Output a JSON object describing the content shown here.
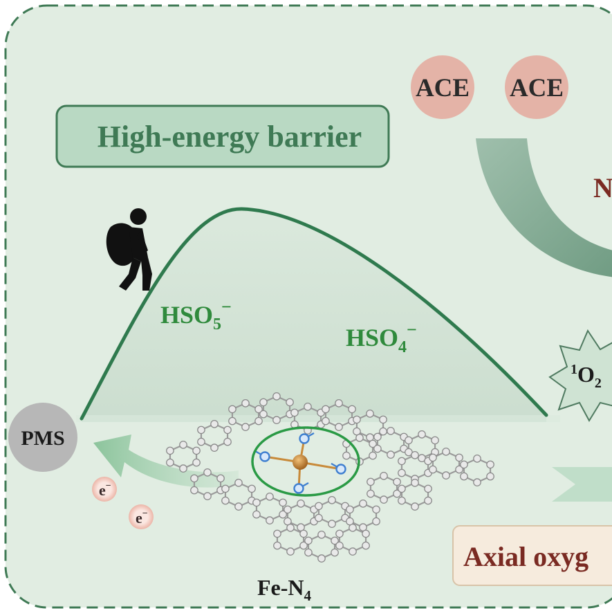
{
  "colors": {
    "panel_fill": "#e1ede2",
    "panel_border": "#3f7a55",
    "curve": "#2f7a4e",
    "label_green": "#2f8a3c",
    "ace_fill": "#e4b3a7",
    "ace_text": "#2a2a2a",
    "pms_fill": "#b7b7b7",
    "barrier_fill": "#b9d9c3",
    "barrier_border": "#3f7a55",
    "barrier_text": "#3f7a55",
    "axial_text": "#7a2a22",
    "axial_fill": "#f6ebdd",
    "axial_border": "#d8c3a8",
    "electron_fill": "#f2c7bd",
    "atom_fill": "#e9e9e9",
    "atom_stroke": "#8a8a8a",
    "nitrogen": "#3f7fd0",
    "iron": "#c8862d",
    "ellipse": "#2a9a45",
    "singlet_fill": "#cfe3d3"
  },
  "labels": {
    "barrier": "High-energy barrier",
    "ace_1": "ACE",
    "ace_2": "ACE",
    "partial_n": "N",
    "hso5_base": "HSO",
    "hso5_sub": "5",
    "hso5_sup": "−",
    "hso4_base": "HSO",
    "hso4_sub": "4",
    "hso4_sup": "−",
    "pms": "PMS",
    "electron_1": "e",
    "electron_1_sup": "−",
    "electron_2": "e",
    "electron_2_sup": "−",
    "fen4_base": "Fe-N",
    "fen4_sub": "4",
    "singlet_sup": "1",
    "singlet_base": "O",
    "singlet_sub": "2",
    "axial": "Axial oxyg"
  },
  "icons": {
    "hiker": "hiker-with-backpack-icon",
    "catalyst": "graphene-fe-n4-structure-icon",
    "singlet": "starburst-icon"
  }
}
